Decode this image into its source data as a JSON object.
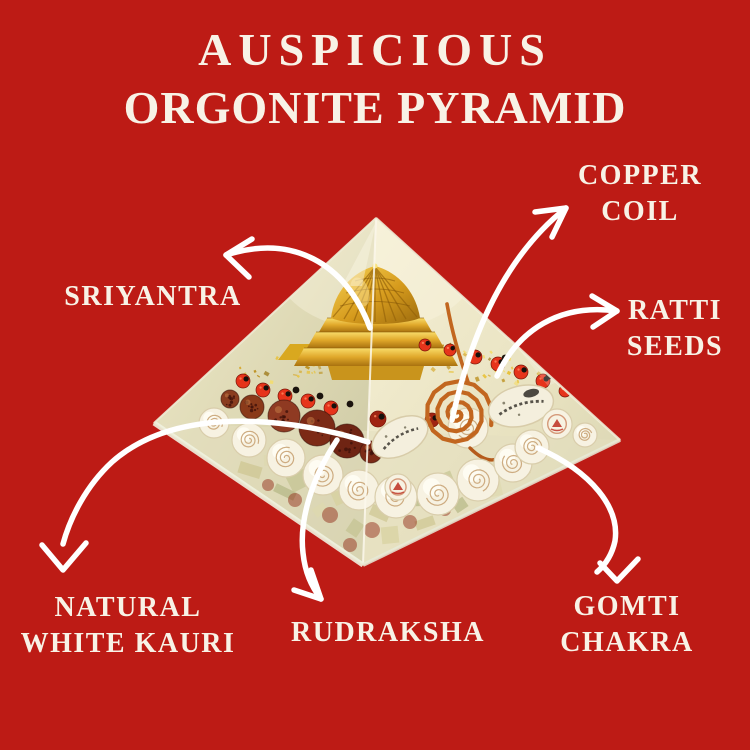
{
  "product": {
    "name": "Auspicious Orgonite Pyramid"
  },
  "title": {
    "line1": "AUSPICIOUS",
    "line2": "ORGONITE PYRAMID"
  },
  "callouts": {
    "sriyantra": {
      "text": "SRIYANTRA",
      "target": "golden sriyantra meru inside pyramid top"
    },
    "copper_coil": {
      "line1": "COPPER",
      "line2": "COIL",
      "target": "copper wire spiral inside pyramid"
    },
    "ratti_seeds": {
      "line1": "RATTI",
      "line2": "SEEDS",
      "target": "red ratti seeds band"
    },
    "natural_white_kauri": {
      "line1": "NATURAL",
      "line2": "WHITE KAURI",
      "target": "white kauri cowrie shells"
    },
    "rudraksha": {
      "text": "RUDRAKSHA",
      "target": "brown rudraksha beads"
    },
    "gomti_chakra": {
      "line1": "GOMTI",
      "line2": "CHAKRA",
      "target": "white gomti chakra spiral shells"
    }
  },
  "icons": {
    "arrows": [
      "curved-arrow-to-sriyantra-icon",
      "curved-arrow-to-copper-coil-icon",
      "curved-arrow-to-ratti-seeds-icon",
      "curved-arrow-to-kauri-icon",
      "curved-arrow-to-rudraksha-icon",
      "curved-arrow-to-gomti-chakra-icon"
    ]
  },
  "colors": {
    "background": "#BD1B15",
    "text": "#F8F2E6",
    "arrow": "#FFFFFF",
    "resin_light": "#F2ECCF",
    "resin_shadow": "#CFCBA4",
    "gold_bright": "#F7D354",
    "gold_mid": "#D9A420",
    "gold_dark": "#9C6B0E",
    "copper": "#C2661F",
    "ratti_red": "#E6341B",
    "rudraksha_brown": "#7C2A16",
    "shell_white": "#F7F2E2",
    "shell_spiral": "#C69F6E",
    "base_olive": "#AEB07C"
  }
}
